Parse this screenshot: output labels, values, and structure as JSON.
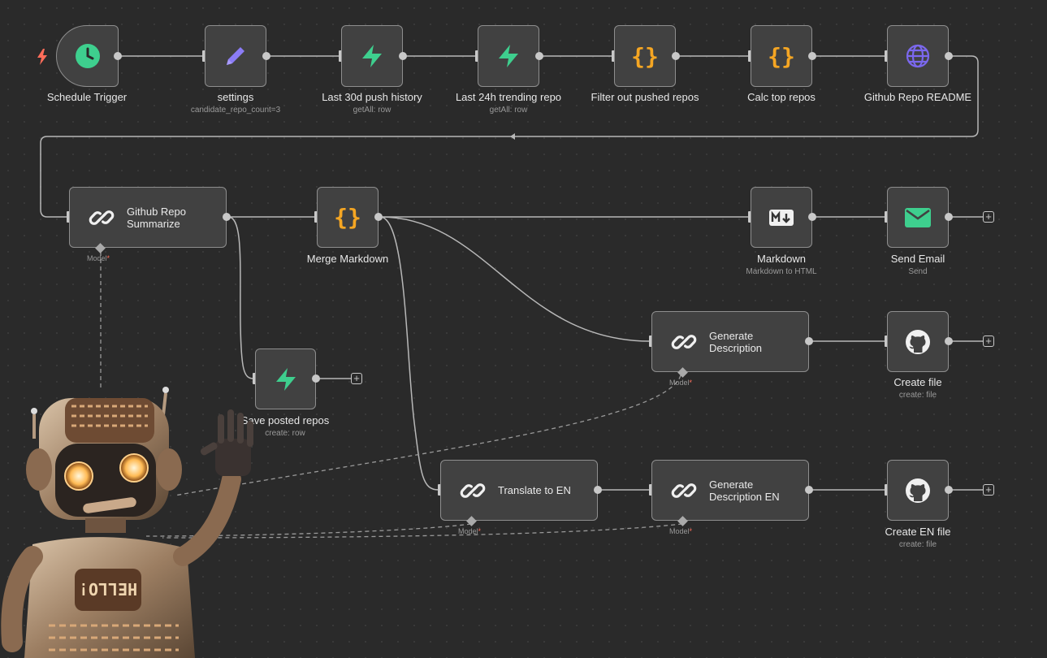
{
  "workflow": {
    "nodes": {
      "schedule": {
        "label": "Schedule Trigger",
        "icon": "clock-icon"
      },
      "settings": {
        "label": "settings",
        "sub": "candidate_repo_count=3",
        "icon": "pencil-icon"
      },
      "push_history": {
        "label": "Last 30d push history",
        "sub": "getAll: row",
        "icon": "supabase-icon"
      },
      "trending": {
        "label": "Last 24h trending repo",
        "sub": "getAll: row",
        "icon": "supabase-icon"
      },
      "filter": {
        "label": "Filter out pushed repos",
        "icon": "code-braces-icon"
      },
      "calc": {
        "label": "Calc top repos",
        "icon": "code-braces-icon"
      },
      "readme": {
        "label": "Github Repo README",
        "icon": "globe-icon"
      },
      "summarize": {
        "label": "Github Repo Summarize",
        "model": "Model",
        "icon": "link-chain-icon"
      },
      "merge": {
        "label": "Merge Markdown",
        "icon": "code-braces-icon"
      },
      "markdown": {
        "label": "Markdown",
        "sub": "Markdown to HTML",
        "icon": "markdown-icon"
      },
      "email": {
        "label": "Send Email",
        "sub": "Send",
        "icon": "envelope-icon"
      },
      "save": {
        "label": "Save posted repos",
        "sub": "create: row",
        "icon": "supabase-icon"
      },
      "gen_desc": {
        "label": "Generate Description",
        "model": "Model",
        "icon": "link-chain-icon"
      },
      "create_file": {
        "label": "Create file",
        "sub": "create: file",
        "icon": "github-icon"
      },
      "translate": {
        "label": "Translate to EN",
        "model": "Model",
        "icon": "link-chain-icon"
      },
      "gen_desc_en": {
        "label": "Generate Description EN",
        "model": "Model",
        "icon": "link-chain-icon"
      },
      "create_en_file": {
        "label": "Create EN file",
        "sub": "create: file",
        "icon": "github-icon"
      }
    },
    "robot_sign": "HELLO!",
    "colors": {
      "accent_green": "#3ecf8e",
      "code_orange": "#f5a623",
      "globe_purple": "#7b68ee",
      "pencil_purple": "#8b7cf6",
      "trigger_red": "#ff6d5a"
    }
  }
}
